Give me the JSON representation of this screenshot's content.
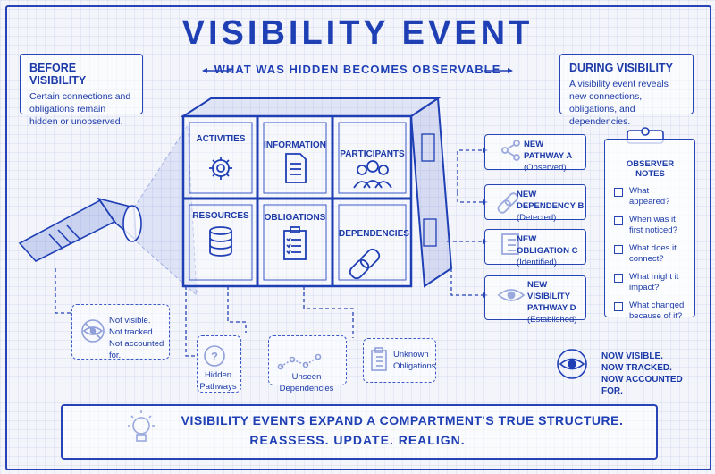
{
  "header": {
    "title": "VISIBILITY EVENT",
    "subtitle": "WHAT WAS HIDDEN BECOMES OBSERVABLE"
  },
  "before": {
    "title": "BEFORE VISIBILITY",
    "body": "Certain connections and obligations remain hidden or unobserved."
  },
  "during": {
    "title": "DURING VISIBILITY",
    "body": "A visibility event reveals new connections, obligations, and dependencies."
  },
  "compartments": [
    {
      "label": "ACTIVITIES",
      "icon": "gear-icon"
    },
    {
      "label": "INFORMATION",
      "icon": "document-icon"
    },
    {
      "label": "PARTICIPANTS",
      "icon": "people-icon"
    },
    {
      "label": "RESOURCES",
      "icon": "database-icon"
    },
    {
      "label": "OBLIGATIONS",
      "icon": "clipboard-icon"
    },
    {
      "label": "DEPENDENCIES",
      "icon": "chain-link-icon"
    }
  ],
  "discoveries": [
    {
      "name": "NEW PATHWAY A",
      "status": "(Observed)",
      "icon": "share-icon"
    },
    {
      "name": "NEW DEPENDENCY B",
      "status": "(Detected)",
      "icon": "link-icon"
    },
    {
      "name": "NEW OBLIGATION C",
      "status": "(Identified)",
      "icon": "checklist-icon"
    },
    {
      "name": "NEW VISIBILITY PATHWAY D",
      "status": "(Established)",
      "icon": "eye-icon"
    }
  ],
  "observer_notes": {
    "title": "OBSERVER NOTES",
    "items": [
      "What appeared?",
      "When was it first noticed?",
      "What does it connect?",
      "What might it impact?",
      "What changed because of it?"
    ]
  },
  "hidden": {
    "status_lines": [
      "Not visible.",
      "Not tracked.",
      "Not accounted for."
    ],
    "items": [
      "Hidden Pathways",
      "Unseen Dependencies",
      "Unknown Obligations"
    ]
  },
  "visible": {
    "lines": [
      "NOW VISIBLE.",
      "NOW TRACKED.",
      "NOW ACCOUNTED FOR."
    ]
  },
  "footer": {
    "line1": "VISIBILITY EVENTS  EXPAND A COMPARTMENT'S TRUE STRUCTURE.",
    "line2": "REASSESS.  UPDATE.  REALIGN."
  },
  "colors": {
    "ink": "#1f3fb5",
    "paper": "#f3f5fb"
  }
}
